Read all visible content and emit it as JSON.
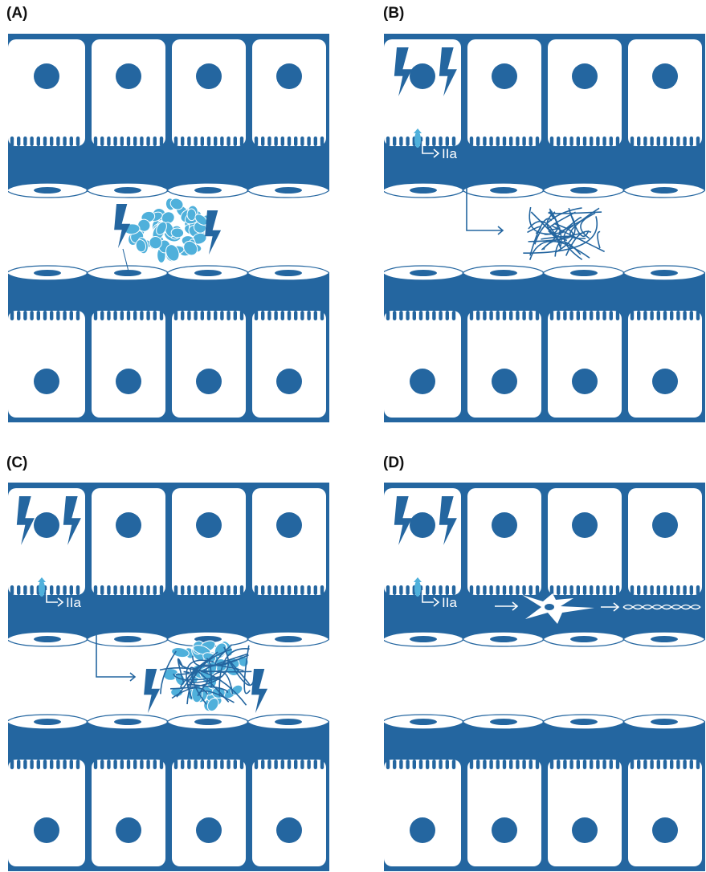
{
  "colors": {
    "primary_blue": "#2466a0",
    "light_blue": "#4fb0db",
    "white": "#ffffff"
  },
  "panels": [
    {
      "id": "A",
      "label": "(A)"
    },
    {
      "id": "B",
      "label": "(B)"
    },
    {
      "id": "C",
      "label": "(C)"
    },
    {
      "id": "D",
      "label": "(D)"
    }
  ],
  "thrombin_label": "IIa"
}
